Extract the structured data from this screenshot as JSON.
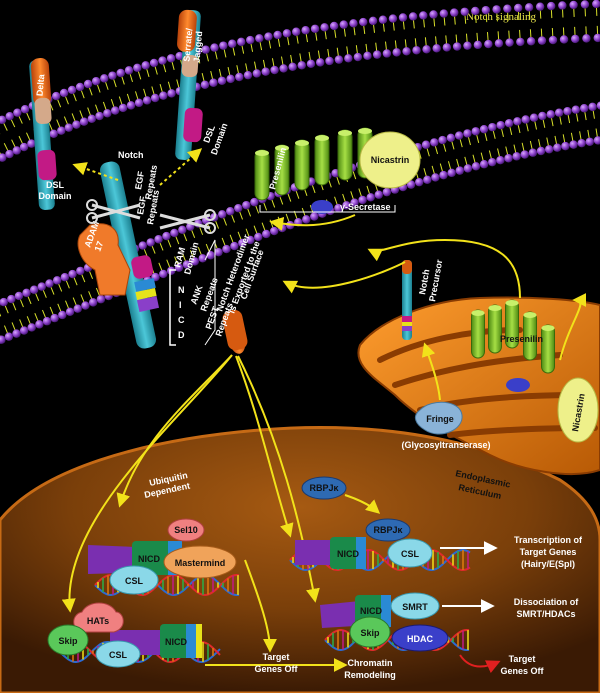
{
  "title": "Notch signaling",
  "labels": {
    "delta": "Delta",
    "serrate": "Serrate/\nJagged",
    "dsl_left": "DSL\nDomain",
    "dsl_right": "DSL\nDomain",
    "notch": "Notch",
    "egf": "EGF\nRepeats",
    "egf2": "EGF\nRepeats",
    "ram": "RAM\nDomain",
    "ank": "ANK\nRepeats",
    "pest": "PEST\nRepeats",
    "nicd_vertical": "N\nI\nC\nD",
    "adam": "ADAM\n17",
    "heterodimer": "Notch Heterodimer\nis Exported to the\nCell Surface",
    "presenilin_top": "Presenilin",
    "nicastrin_top": "Nicastrin",
    "gamma": "γ-Secretase",
    "notch_precursor": "Notch\nPrecursor",
    "presenilin_er": "Presenilin",
    "nicastrin_er": "Nicastrin",
    "fringe": "Fringe\n(Glycosyltranserase)",
    "er": "Endoplasmic\nReticulum",
    "ubiquitin": "Ubiquitin\nDependent",
    "sel10": "Sel10",
    "nicd1": "NICD",
    "csl1": "CSL",
    "mastermind": "Mastermind",
    "rbpjk_free": "RBPJκ",
    "rbpjk_bound": "RBPJκ",
    "nicd2": "NICD",
    "csl2": "CSL",
    "transcription": "Transcription of\nTarget Genes\n(Hairy/E(Spl)",
    "hats": "HATs",
    "skip1": "Skip",
    "nicd3": "NICD",
    "csl3": "CSL",
    "target_off1": "Target\nGenes Off",
    "chromatin": "Chromatin\nRemodeling",
    "nicd4": "NICD",
    "smrt": "SMRT",
    "skip2": "Skip",
    "hdac": "HDAC",
    "dissociation": "Dissociation of\nSMRT/HDACs",
    "target_off2": "Target\nGenes Off"
  },
  "colors": {
    "membrane_head": "#8a3fc9",
    "membrane_tail": "#d8e02a",
    "er": "#e07a10",
    "nucleus": "#6b3a0c",
    "arrow": "#f2e21a",
    "presenilin": "#7fbf2a",
    "nicastrin": "#eef08a",
    "notch_teal": "#2ca3b5"
  }
}
